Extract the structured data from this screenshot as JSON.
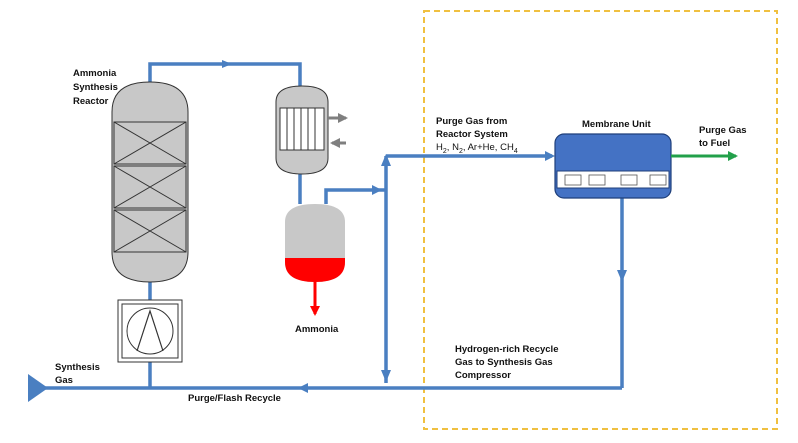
{
  "labels": {
    "reactor": [
      "Ammonia",
      "Synthesis",
      "Reactor"
    ],
    "synthesis_gas": [
      "Synthesis",
      "Gas"
    ],
    "ammonia": "Ammonia",
    "purge_flash": "Purge/Flash Recycle",
    "purge_gas_from": [
      "Purge Gas from",
      "Reactor System"
    ],
    "membrane_unit": "Membrane Unit",
    "purge_gas_fuel": [
      "Purge Gas",
      "to Fuel"
    ],
    "hydrogen_recycle": [
      "Hydrogen-rich Recycle",
      "Gas to Synthesis Gas",
      "Compressor"
    ]
  },
  "composition": {
    "h2": "H",
    "h2_sub": "2",
    "sep1": ", ",
    "n2": "N",
    "n2_sub": "2",
    "sep2": ", Ar+He, ",
    "ch4": "CH",
    "ch4_sub": "4"
  },
  "colors": {
    "pipe": "#4a7fc1",
    "vessel_fill": "#c8c8c8",
    "ammonia_liquid": "#ff0000",
    "membrane_body": "#4472c4",
    "fuel_arrow": "#22a04a",
    "dashed_box": "#f0c040",
    "exchanger_arrow": "#7f7f7f"
  }
}
